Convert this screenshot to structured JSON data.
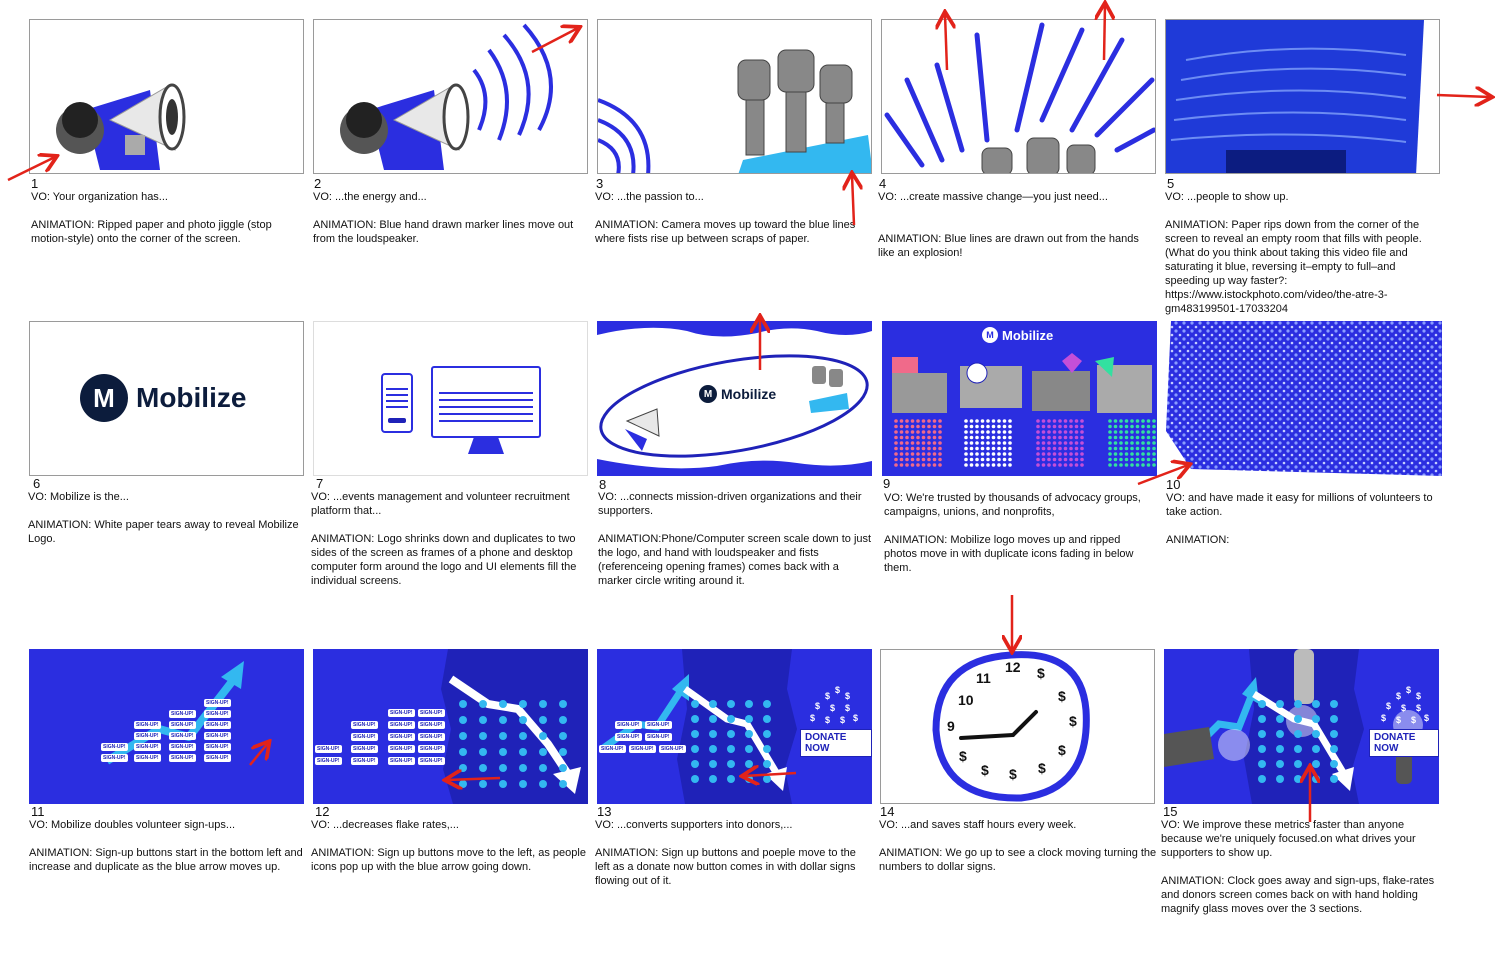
{
  "panels": [
    {
      "num": "1",
      "vo": "VO: Your organization has...",
      "animation": "ANIMATION: Ripped paper and photo jiggle (stop motion-style) onto the corner of the screen."
    },
    {
      "num": "2",
      "vo": "VO: ...the energy and...",
      "animation": "ANIMATION: Blue hand drawn marker lines move out from the loudspeaker."
    },
    {
      "num": "3",
      "vo": "VO: ...the passion to...",
      "animation": "ANIMATION: Camera moves up toward the blue lines where fists rise up between scraps of paper."
    },
    {
      "num": "4",
      "vo": "VO:  ...create massive change—you just need...",
      "animation": "ANIMATION: Blue lines are drawn out from the hands like an explosion!"
    },
    {
      "num": "5",
      "vo": "VO: ...people to show up.",
      "animation": "ANIMATION: Paper rips down from the corner of the screen to reveal an empty room that fills with people. (What do you think about taking this video file and saturating it blue, reversing it–empty to full–and speeding up way faster?: https://www.istockphoto.com/video/the-atre-3-gm483199501-17033204"
    },
    {
      "num": "6",
      "vo": "VO:  Mobilize is the...",
      "animation": "ANIMATION: White paper tears away to reveal Mobilize Logo."
    },
    {
      "num": "7",
      "vo": "VO: ...events management and volunteer recruitment platform that...",
      "animation": "ANIMATION: Logo shrinks down and duplicates to two sides of the screen as frames of a phone and desktop computer form around the logo and UI elements fill the individual screens."
    },
    {
      "num": "8",
      "vo": "VO: ...connects mission-driven organizations and their supporters.",
      "animation": "ANIMATION:Phone/Computer screen scale down to just the logo, and hand with loudspeaker and fists (referenceing opening frames) comes back with a marker circle writing around it."
    },
    {
      "num": "9",
      "vo": "VO: We're trusted by thousands of advocacy groups, campaigns, unions, and nonprofits,",
      "animation": "ANIMATION: Mobilize logo moves up and ripped photos move in with duplicate icons fading in below them."
    },
    {
      "num": "10",
      "vo": "VO: and have made it easy for millions of volunteers to take action.",
      "animation": "ANIMATION:"
    },
    {
      "num": "11",
      "vo": "VO: Mobilize doubles volunteer sign-ups...",
      "animation": "ANIMATION: Sign-up buttons start in the bottom left and increase and duplicate as the blue arrow moves up."
    },
    {
      "num": "12",
      "vo": "VO: ...decreases flake rates,...",
      "animation": "ANIMATION: Sign up buttons move to the left, as people icons pop up with the blue arrow going down."
    },
    {
      "num": "13",
      "vo": "VO: ...converts supporters into donors,...",
      "animation": "ANIMATION: Sign up buttons and poeple move to the left as a donate now button comes in with dollar signs flowing out of it."
    },
    {
      "num": "14",
      "vo": "VO: ...and saves staff hours every week.",
      "animation": "ANIMATION: We go up to see a clock moving turning the numbers to dollar signs."
    },
    {
      "num": "15",
      "vo": "VO: We improve these metrics faster than anyone because we're uniquely focused.on what drives your supporters to show up.",
      "animation": "ANIMATION: Clock goes away and sign-ups, flake-rates and donors screen comes back on with hand holding magnify glass moves over the 3 sections."
    }
  ],
  "logo": {
    "name": "Mobilize",
    "glyph": "M"
  },
  "signup_label": "SIGN-UP!",
  "donate_label": "DONATE NOW",
  "dollar": "$",
  "clock_numbers": {
    "n12": "12",
    "n11": "11",
    "n10": "10",
    "n9": "9"
  },
  "icons": [
    "megaphone-icon",
    "fist-icon",
    "arrow-icon",
    "clock-icon",
    "monitor-icon",
    "phone-icon"
  ],
  "colors": {
    "brand_blue": "#2b2ee0",
    "navy": "#1f22b8",
    "cyan": "#33b8f0",
    "annotation_red": "#e2231a",
    "logo_navy": "#0c1c3c"
  }
}
